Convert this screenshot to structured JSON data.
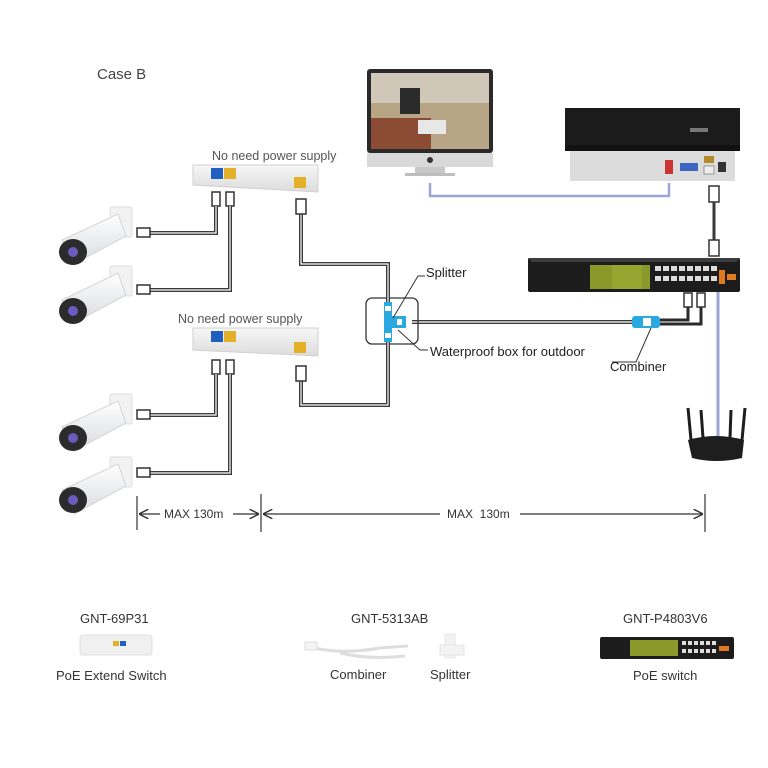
{
  "title": "Case B",
  "labels": {
    "extender_top": "No need power supply",
    "extender_bottom": "No need power supply",
    "splitter": "Splitter",
    "waterproof_box": "Waterproof box for outdoor",
    "combiner": "Combiner",
    "distance_left": "MAX 130m",
    "distance_right": "MAX  130m"
  },
  "products": [
    {
      "model": "GNT-69P31",
      "name": "PoE Extend Switch"
    },
    {
      "model": "GNT-5313AB",
      "name_a": "Combiner",
      "name_b": "Splitter"
    },
    {
      "model": "GNT-P4803V6",
      "name": "PoE switch"
    }
  ],
  "devices": {
    "cameras": [
      "IP camera",
      "IP camera",
      "IP camera",
      "IP camera"
    ],
    "monitor": "Monitor",
    "nvr": "NVR",
    "poe_switch": "PoE switch",
    "router": "Wireless router"
  },
  "colors": {
    "cable": "#3a3a3a",
    "video_link": "#9aa6d6",
    "splitter": "#29a9e0",
    "port_blue": "#1f5fbf",
    "port_yellow": "#e3b02a",
    "switch_green": "#8a9a2a"
  }
}
